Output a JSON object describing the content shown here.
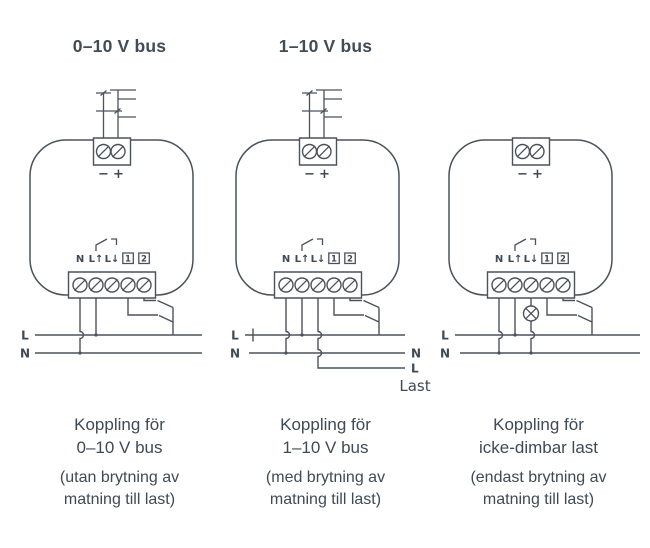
{
  "colors": {
    "line": "#4c525a",
    "text": "#3f4a54"
  },
  "device": {
    "polarity": {
      "minus": "−",
      "plus": "+"
    },
    "terminals": [
      "N",
      "L↑",
      "L↓",
      "1",
      "2"
    ]
  },
  "columns": [
    {
      "heading": "0–10 V bus",
      "left_labels": {
        "l": "L",
        "n": "N"
      },
      "caption": [
        "Koppling för",
        "0–10 V bus"
      ],
      "note": [
        "(utan brytning av",
        "matning till last)"
      ]
    },
    {
      "heading": "1–10 V bus",
      "left_labels": {
        "l": "L",
        "n": "N"
      },
      "right_labels": {
        "n": "N",
        "l": "L",
        "last": "Last"
      },
      "caption": [
        "Koppling för",
        "1–10 V bus"
      ],
      "note": [
        "(med brytning av",
        "matning till last)"
      ]
    },
    {
      "heading": "",
      "left_labels": {
        "l": "L",
        "n": "N"
      },
      "caption": [
        "Koppling för",
        "icke-dimbar last"
      ],
      "note": [
        "(endast brytning av",
        "matning till last)"
      ]
    }
  ]
}
